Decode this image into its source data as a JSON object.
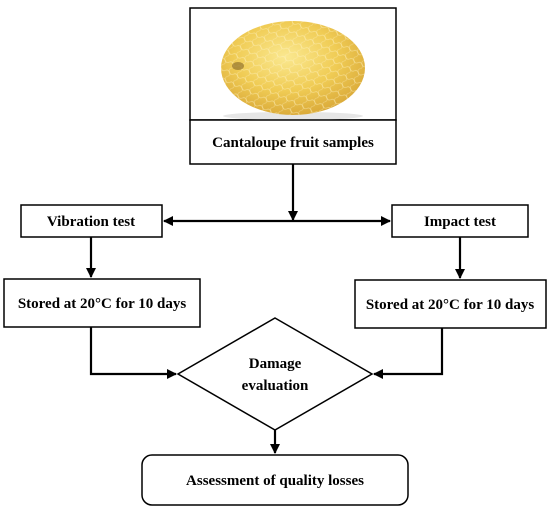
{
  "diagram": {
    "nodes": {
      "samples": "Cantaloupe fruit samples",
      "vibration": "Vibration test",
      "impact": "Impact test",
      "stored_left": "Stored at 20°C for 10 days",
      "stored_right": "Stored at 20°C for 10 days",
      "damage_line1": "Damage",
      "damage_line2": "evaluation",
      "assessment": "Assessment of quality losses"
    },
    "image": {
      "subject": "cantaloupe-melon",
      "color": "#f0cc55"
    },
    "colors": {
      "stroke": "#000000",
      "background": "#ffffff"
    }
  }
}
